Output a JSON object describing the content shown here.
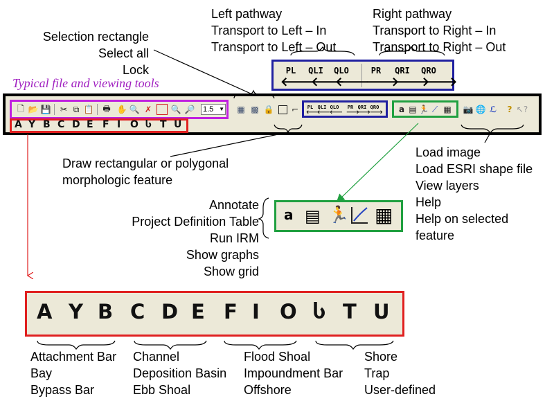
{
  "labels": {
    "left_pathway": [
      "Left pathway",
      "Transport to Left – In",
      "Transport to Left – Out"
    ],
    "right_pathway": [
      "Right pathway",
      "Transport to Right – In",
      "Transport to Right – Out"
    ],
    "selection": [
      "Selection rectangle",
      "Select all",
      "Lock"
    ],
    "typical_tools": "Typical file and viewing tools",
    "draw_feature": [
      "Draw rectangular or polygonal",
      "morphologic feature"
    ],
    "load_tools": [
      "Load image",
      "Load ESRI shape file",
      "View layers",
      "Help",
      "Help on selected",
      "feature"
    ],
    "analysis_tools": [
      "Annotate",
      "Project Definition Table",
      "Run IRM",
      "Show graphs",
      "Show grid"
    ],
    "features_group1": [
      "Attachment Bar",
      "Bay",
      "Bypass Bar"
    ],
    "features_group2": [
      "Channel",
      "Deposition Basin",
      "Ebb Shoal"
    ],
    "features_group3": [
      "Flood Shoal",
      "Impoundment Bar",
      "Offshore"
    ],
    "features_group4": [
      "Shore",
      "Trap",
      "User-defined"
    ]
  },
  "pathway_buttons": {
    "left": [
      {
        "code": "PL",
        "arrow": "🡐"
      },
      {
        "code": "QLI",
        "arrow": "🡐"
      },
      {
        "code": "QLO",
        "arrow": "🡐"
      }
    ],
    "right": [
      {
        "code": "PR",
        "arrow": "🡒"
      },
      {
        "code": "QRI",
        "arrow": "🡒"
      },
      {
        "code": "QRO",
        "arrow": "🡒"
      }
    ]
  },
  "feature_keys": [
    "A",
    "Y",
    "B",
    "C",
    "D",
    "E",
    "F",
    "I",
    "O",
    "Ⴑ",
    "T",
    "U"
  ],
  "toolbar": {
    "zoom_value": "1.5",
    "analysis_annotate_glyph": "a"
  },
  "colors": {
    "purple": "#c020e0",
    "red": "#e02020",
    "blue": "#2020a0",
    "green": "#20a040",
    "black": "#000000"
  }
}
